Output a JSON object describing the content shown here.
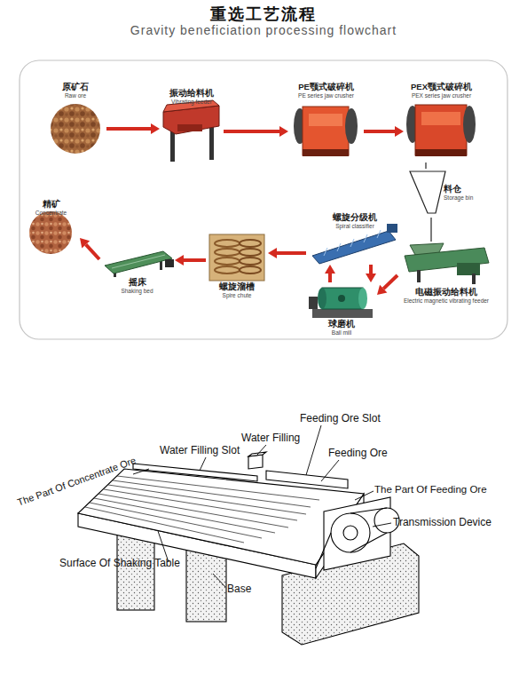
{
  "diagram": {
    "title": "重选工艺流程",
    "nodes": [
      {
        "text": [
          "原矿石",
          "Raw ore"
        ]
      },
      {
        "text": [
          "振动给料机",
          "Vibrating feeder"
        ]
      },
      {
        "text": [
          "PE颚式破碎机",
          "PE series jaw crusher"
        ]
      },
      {
        "text": [
          "PEX颚式破碎机",
          "PEX series jaw crusher"
        ]
      },
      {
        "text": [
          "料仓",
          "Storage bin"
        ]
      },
      {
        "text": [
          "精矿",
          "Concentrate"
        ]
      },
      {
        "text": [
          "螺旋分级机",
          "Spiral classifier"
        ]
      },
      {
        "text": [
          "电磁振动给料机",
          "Electric magnetic vibrating feeder"
        ]
      },
      {
        "text": [
          "摇床",
          "Shaking bed"
        ]
      },
      {
        "text": [
          "螺旋溜槽",
          "Spire chute"
        ]
      },
      {
        "text": [
          "球磨机",
          "Ball mill"
        ]
      }
    ],
    "edges": [
      {
        "from": 0,
        "to": 1,
        "arrow": "to"
      },
      {
        "from": 1,
        "to": 2,
        "arrow": "to"
      },
      {
        "from": 2,
        "to": 3,
        "arrow": "to"
      },
      {
        "from": 3,
        "to": 4,
        "arrow": "none"
      },
      {
        "from": 4,
        "to": 7,
        "arrow": "none"
      },
      {
        "from": 7,
        "to": 10,
        "arrow": "to"
      },
      {
        "from": 10,
        "to": 6,
        "arrow": "to"
      },
      {
        "from": 6,
        "to": 10,
        "arrow": "to"
      },
      {
        "from": 6,
        "to": 9,
        "arrow": "to"
      },
      {
        "from": 9,
        "to": 8,
        "arrow": "to"
      },
      {
        "from": 8,
        "to": 5,
        "arrow": "to"
      }
    ],
    "labels": [
      "Gravity beneficiation processing flowchart",
      "Feeding Ore Slot",
      "Water Filling",
      "Water Filling Slot",
      "Feeding Ore",
      "The Part Of Concentrate Ore",
      "The Part Of Feeding Ore",
      "Transmission Device",
      "Surface Of Shaking Table",
      "Base"
    ]
  }
}
